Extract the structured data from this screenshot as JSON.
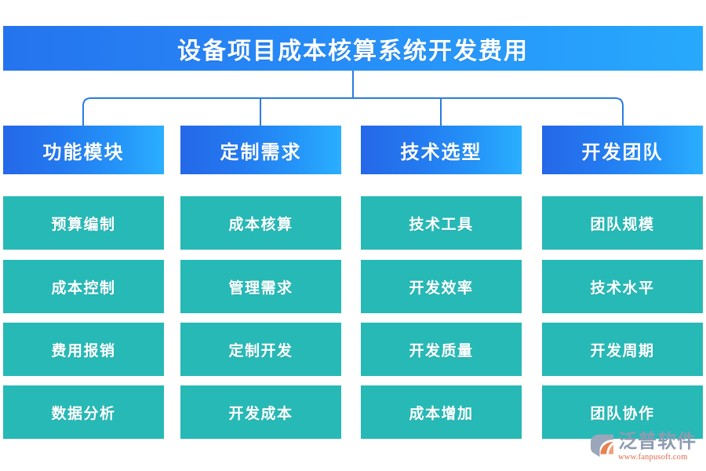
{
  "title": "设备项目成本核算系统开发费用",
  "colors": {
    "title_gradient_start": "#2574ee",
    "title_gradient_end": "#27a9fd",
    "category_gradient_start": "#2568e8",
    "category_gradient_end": "#2aaffe",
    "item_teal": "#27b9b6",
    "connector_line": "#2b7de0",
    "background": "#ffffff",
    "logo_text": "#8d9bb0",
    "logo_url": "#e06a4e",
    "logo_mark_body": "#9aa7ba",
    "logo_mark_swoosh": "#e8814f"
  },
  "columns": [
    {
      "category": "功能模块",
      "items": [
        "预算编制",
        "成本控制",
        "费用报销",
        "数据分析"
      ]
    },
    {
      "category": "定制需求",
      "items": [
        "成本核算",
        "管理需求",
        "定制开发",
        "开发成本"
      ]
    },
    {
      "category": "技术选型",
      "items": [
        "技术工具",
        "开发效率",
        "开发质量",
        "成本增加"
      ]
    },
    {
      "category": "开发团队",
      "items": [
        "团队规模",
        "技术水平",
        "开发周期",
        "团队协作"
      ]
    }
  ],
  "logo": {
    "name": "泛普软件",
    "url": "www.fanpusoft.com",
    "mark": "fanpu-hexagon-swoosh-icon"
  }
}
